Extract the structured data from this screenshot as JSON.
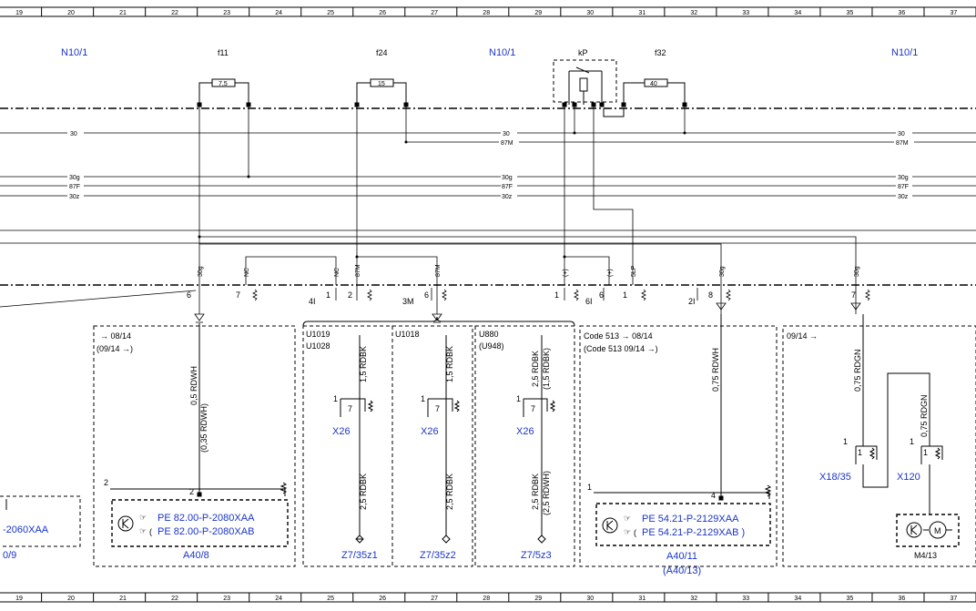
{
  "grid": {
    "columns": [
      "19",
      "20",
      "21",
      "22",
      "23",
      "24",
      "25",
      "26",
      "27",
      "28",
      "29",
      "30",
      "31",
      "32",
      "33",
      "34",
      "35",
      "36",
      "37"
    ]
  },
  "references": {
    "n10_left": "N10/1",
    "n10_mid": "N10/1",
    "n10_right": "N10/1"
  },
  "fuses": {
    "f11": {
      "name": "f11",
      "rating": "7,5"
    },
    "f24": {
      "name": "f24",
      "rating": "15"
    },
    "f32": {
      "name": "f32",
      "rating": "40"
    },
    "kp": {
      "name": "kP"
    }
  },
  "bus": {
    "l30": "30",
    "l30b": "30",
    "l30c": "30",
    "l87m": "87M",
    "l87mb": "87M",
    "l30g": "30g",
    "l30gb": "30g",
    "l30gc": "30g",
    "l87f": "87F",
    "l87fb": "87F",
    "l87fc": "87F",
    "l30z": "30z",
    "l30zb": "30z",
    "l30zc": "30z"
  },
  "pins": {
    "p30g1": "30g",
    "pnc1": "NC",
    "pnc2": "NC",
    "p87m1": "87M",
    "p87m2": "87M",
    "pplus1": "(+)",
    "pplus2": "(+)",
    "p5lp": "5LP",
    "p30g2": "30g",
    "p30g3": "30g"
  },
  "connector_labels": {
    "c6": "6",
    "c7": "7",
    "c4i": "4I",
    "c1a": "1",
    "c2": "2",
    "c3m": "3M",
    "c6a": "6",
    "c1b": "1",
    "c6i": "6I",
    "c6b": "6",
    "c1c": "1",
    "c2i": "2I",
    "c8": "8",
    "c7b": "7"
  },
  "blocks": {
    "a40_8": {
      "period_from": "08/14",
      "period_to": "(09/14",
      "wire_main": "0,5 RDWH",
      "wire_alt": "(0,35 RDWH)",
      "pin2a": "2",
      "pin2b": "2",
      "ref1": "PE 82.00-P-2080XAA",
      "ref2": "PE 82.00-P-2080XAB",
      "label": "A40/8"
    },
    "left_partial": {
      "ref": "-2060XAA",
      "label": "0/9"
    },
    "u1019": {
      "code1": "U1019",
      "code2": "U1028",
      "wire_top": "1,5 RDBK",
      "pin1": "1",
      "pin7": "7",
      "conn": "X26",
      "wire_bottom": "2,5 RDBK",
      "label": "Z7/35z1"
    },
    "u1018": {
      "code1": "U1018",
      "wire_top": "1,5 RDBK",
      "pin1": "1",
      "pin7": "7",
      "conn": "X26",
      "wire_bottom": "2,5 RDBK",
      "label": "Z7/35z2"
    },
    "u880": {
      "code1": "U880",
      "code2": "(U948)",
      "wire_top": "2,5 RDBK",
      "wire_top_alt": "(1,5 RDBK)",
      "pin1": "1",
      "pin7": "7",
      "conn": "X26",
      "wire_bottom": "2,5 RDBK",
      "wire_bottom_alt": "(2,5 RDWH)",
      "label": "Z7/5z3"
    },
    "a40_11": {
      "line1_code": "Code 513",
      "line1_period": "08/14",
      "line2_code": "(Code 513",
      "line2_period": "09/14",
      "wire": "0,75 RDWH",
      "pin1": "1",
      "pin4": "4",
      "ref1": "PE 54.21-P-2129XAA",
      "ref2": "PE 54.21-P-2129XAB )",
      "label": "A40/11",
      "label_alt": "(A40/13)"
    },
    "m4_13": {
      "period": "09/14",
      "wire1": "0,75 RDGN",
      "wire2": "0,75 RDGN",
      "pin1a": "1",
      "pin1b": "1",
      "pin1c": "1",
      "pin1d": "1",
      "conn1": "X18/35",
      "conn2": "X120",
      "label": "M4/13"
    }
  },
  "colors": {
    "ink": "#000000",
    "reference_blue": "#1a35c8"
  },
  "icons": [
    "transistor-icon",
    "reference-hand-icon",
    "motor-icon",
    "ground-icon",
    "fuse-icon",
    "relay-icon"
  ]
}
